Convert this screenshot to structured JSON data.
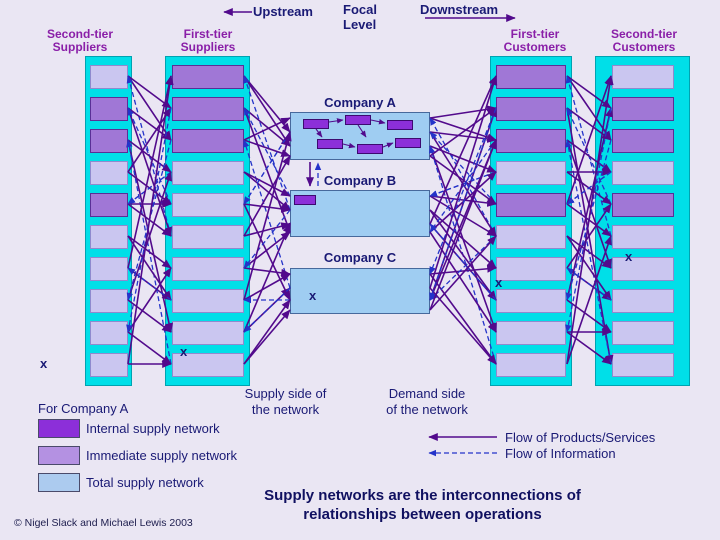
{
  "header": {
    "upstream": "Upstream",
    "focal_level": "Focal Level",
    "downstream": "Downstream"
  },
  "columns": [
    {
      "name": "second-tier-suppliers",
      "label": "Second-tier Suppliers",
      "boxes": [
        "light",
        "purple",
        "purple",
        "light",
        "purple",
        "light",
        "light",
        "light",
        "light",
        "light"
      ]
    },
    {
      "name": "first-tier-suppliers",
      "label": "First-tier Suppliers",
      "boxes": [
        "purple",
        "purple",
        "purple",
        "light",
        "light",
        "light",
        "light",
        "light",
        "light",
        "light"
      ]
    },
    {
      "name": "first-tier-customers",
      "label": "First-tier Customers",
      "boxes": [
        "purple",
        "purple",
        "purple",
        "light",
        "purple",
        "light",
        "light",
        "light",
        "light",
        "light"
      ]
    },
    {
      "name": "second-tier-customers",
      "label": "Second-tier Customers",
      "boxes": [
        "light",
        "purple",
        "purple",
        "light",
        "purple",
        "light",
        "light",
        "light",
        "light",
        "light"
      ]
    }
  ],
  "companies": [
    {
      "label": "Company A"
    },
    {
      "label": "Company B"
    },
    {
      "label": "Company C"
    }
  ],
  "annotations": {
    "supply_side": "Supply side of the network",
    "demand_side": "Demand side of the network",
    "for_company_a": "For Company A",
    "x_marks": [
      "x",
      "x",
      "x",
      "x",
      "x"
    ]
  },
  "legend": {
    "network_items": [
      {
        "label": "Internal supply network",
        "swatch": "internal"
      },
      {
        "label": "Immediate supply network",
        "swatch": "immediate"
      },
      {
        "label": "Total supply network",
        "swatch": "total"
      }
    ],
    "flow_items": [
      {
        "label": "Flow of Products/Services",
        "style": "solid"
      },
      {
        "label": "Flow of Information",
        "style": "dashed"
      }
    ]
  },
  "footer": {
    "caption": "Supply networks are the interconnections of relationships between operations",
    "copyright": "© Nigel Slack and Michael Lewis 2003"
  },
  "colors": {
    "page_bg": "#eae6f3",
    "column_bg": "#00dfe8",
    "box_purple": "#a077d6",
    "box_light": "#cac6f0",
    "company_bg": "#9fcdf2",
    "swatch_internal": "#8c2fd9",
    "swatch_immediate": "#b491e2",
    "swatch_total": "#accbef",
    "product_flow": "#520a8c",
    "info_flow": "#2433c9",
    "heading_purple": "#8a1fa8",
    "text_navy": "#1a1a75"
  }
}
